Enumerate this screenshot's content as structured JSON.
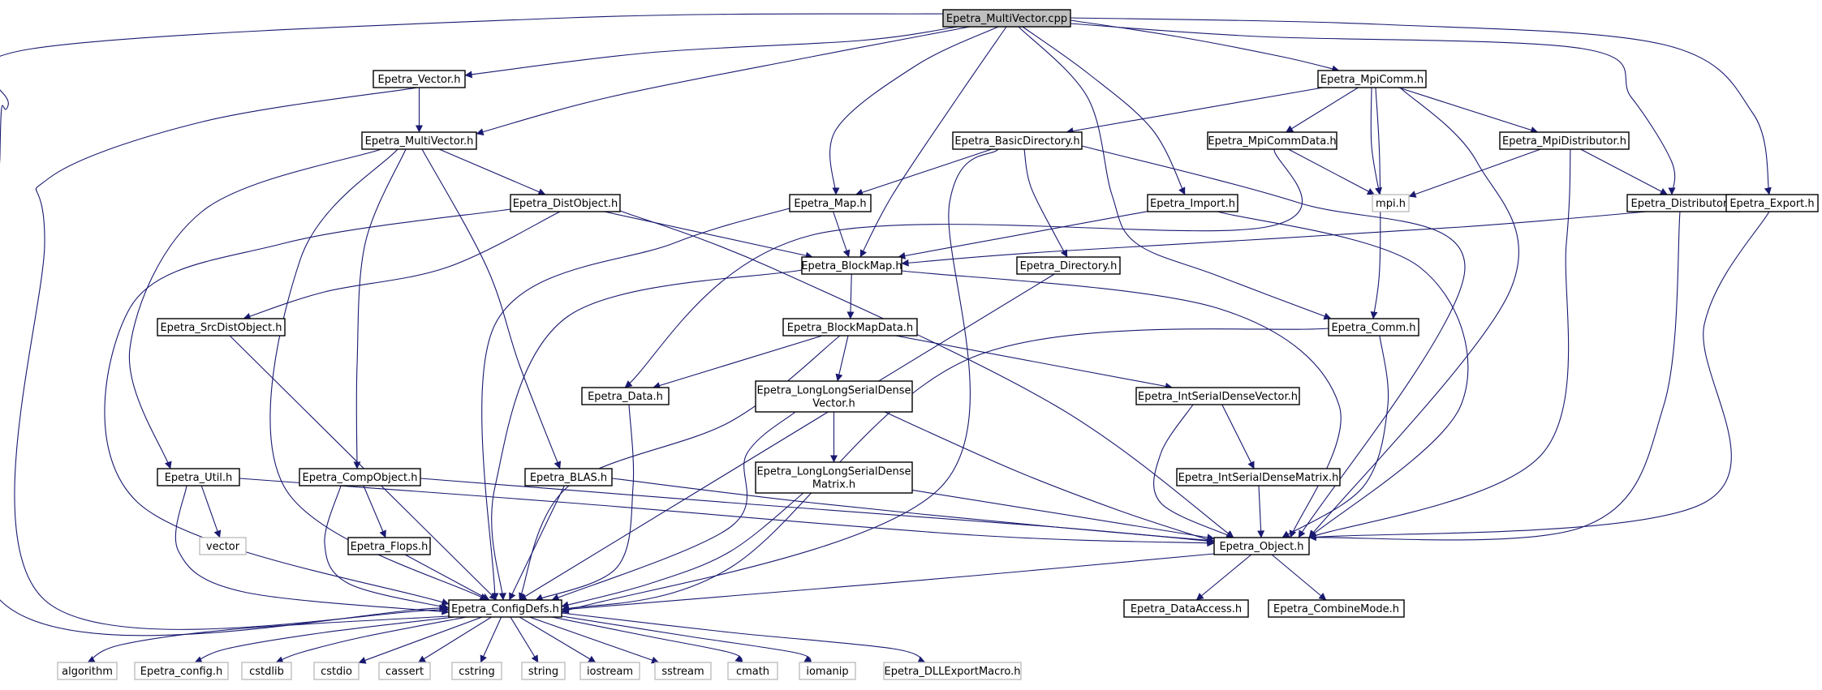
{
  "colors": {
    "edge": "#191970",
    "root_fill": "#bfbfbf",
    "node_fill": "#ffffff",
    "node_border": "#000000",
    "external_border": "#bfbfbf"
  },
  "nodes": {
    "root": {
      "lines": [
        "Epetra_MultiVector.cpp"
      ],
      "kind": "root"
    },
    "vector_h": {
      "lines": [
        "Epetra_Vector.h"
      ],
      "kind": "file"
    },
    "mpicomm_h": {
      "lines": [
        "Epetra_MpiComm.h"
      ],
      "kind": "file"
    },
    "multivector_h": {
      "lines": [
        "Epetra_MultiVector.h"
      ],
      "kind": "file"
    },
    "basicdirectory_h": {
      "lines": [
        "Epetra_BasicDirectory.h"
      ],
      "kind": "file"
    },
    "mpicommdata_h": {
      "lines": [
        "Epetra_MpiCommData.h"
      ],
      "kind": "file"
    },
    "mpidistributor_h": {
      "lines": [
        "Epetra_MpiDistributor.h"
      ],
      "kind": "file"
    },
    "distobject_h": {
      "lines": [
        "Epetra_DistObject.h"
      ],
      "kind": "file"
    },
    "map_h": {
      "lines": [
        "Epetra_Map.h"
      ],
      "kind": "file"
    },
    "import_h": {
      "lines": [
        "Epetra_Import.h"
      ],
      "kind": "file"
    },
    "mpi_h": {
      "lines": [
        "mpi.h"
      ],
      "kind": "external"
    },
    "distributor_h": {
      "lines": [
        "Epetra_Distributor.h"
      ],
      "kind": "file"
    },
    "export_h": {
      "lines": [
        "Epetra_Export.h"
      ],
      "kind": "file"
    },
    "blockmap_h": {
      "lines": [
        "Epetra_BlockMap.h"
      ],
      "kind": "file"
    },
    "directory_h": {
      "lines": [
        "Epetra_Directory.h"
      ],
      "kind": "file"
    },
    "srcdistobject_h": {
      "lines": [
        "Epetra_SrcDistObject.h"
      ],
      "kind": "file"
    },
    "blockmapdata_h": {
      "lines": [
        "Epetra_BlockMapData.h"
      ],
      "kind": "file"
    },
    "comm_h": {
      "lines": [
        "Epetra_Comm.h"
      ],
      "kind": "file"
    },
    "data_h": {
      "lines": [
        "Epetra_Data.h"
      ],
      "kind": "file"
    },
    "llsdvector_h": {
      "lines": [
        "Epetra_LongLongSerialDense",
        "Vector.h"
      ],
      "kind": "file"
    },
    "isdvector_h": {
      "lines": [
        "Epetra_IntSerialDenseVector.h"
      ],
      "kind": "file"
    },
    "util_h": {
      "lines": [
        "Epetra_Util.h"
      ],
      "kind": "file"
    },
    "compobject_h": {
      "lines": [
        "Epetra_CompObject.h"
      ],
      "kind": "file"
    },
    "blas_h": {
      "lines": [
        "Epetra_BLAS.h"
      ],
      "kind": "file"
    },
    "llsdmatrix_h": {
      "lines": [
        "Epetra_LongLongSerialDense",
        "Matrix.h"
      ],
      "kind": "file"
    },
    "isdmatrix_h": {
      "lines": [
        "Epetra_IntSerialDenseMatrix.h"
      ],
      "kind": "file"
    },
    "vector": {
      "lines": [
        "vector"
      ],
      "kind": "external"
    },
    "flops_h": {
      "lines": [
        "Epetra_Flops.h"
      ],
      "kind": "file"
    },
    "object_h": {
      "lines": [
        "Epetra_Object.h"
      ],
      "kind": "file"
    },
    "configdefs_h": {
      "lines": [
        "Epetra_ConfigDefs.h"
      ],
      "kind": "file"
    },
    "dataaccess_h": {
      "lines": [
        "Epetra_DataAccess.h"
      ],
      "kind": "file"
    },
    "combinemode_h": {
      "lines": [
        "Epetra_CombineMode.h"
      ],
      "kind": "file"
    },
    "algorithm": {
      "lines": [
        "algorithm"
      ],
      "kind": "external"
    },
    "config_h": {
      "lines": [
        "Epetra_config.h"
      ],
      "kind": "external"
    },
    "cstdlib": {
      "lines": [
        "cstdlib"
      ],
      "kind": "external"
    },
    "cstdio": {
      "lines": [
        "cstdio"
      ],
      "kind": "external"
    },
    "cassert": {
      "lines": [
        "cassert"
      ],
      "kind": "external"
    },
    "cstring": {
      "lines": [
        "cstring"
      ],
      "kind": "external"
    },
    "string": {
      "lines": [
        "string"
      ],
      "kind": "external"
    },
    "iostream": {
      "lines": [
        "iostream"
      ],
      "kind": "external"
    },
    "sstream": {
      "lines": [
        "sstream"
      ],
      "kind": "external"
    },
    "cmath": {
      "lines": [
        "cmath"
      ],
      "kind": "external"
    },
    "iomanip": {
      "lines": [
        "iomanip"
      ],
      "kind": "external"
    },
    "dllexport_h": {
      "lines": [
        "Epetra_DLLExportMacro.h"
      ],
      "kind": "external"
    }
  },
  "edges": [
    [
      "root",
      "vector_h"
    ],
    [
      "root",
      "multivector_h"
    ],
    [
      "root",
      "mpicomm_h"
    ],
    [
      "root",
      "map_h"
    ],
    [
      "root",
      "blockmap_h"
    ],
    [
      "root",
      "import_h"
    ],
    [
      "root",
      "comm_h"
    ],
    [
      "root",
      "distributor_h"
    ],
    [
      "root",
      "export_h"
    ],
    [
      "root",
      "configdefs_h"
    ],
    [
      "vector_h",
      "multivector_h"
    ],
    [
      "vector_h",
      "configdefs_h"
    ],
    [
      "mpicomm_h",
      "basicdirectory_h"
    ],
    [
      "mpicomm_h",
      "mpicommdata_h"
    ],
    [
      "mpicomm_h",
      "mpidistributor_h"
    ],
    [
      "mpicomm_h",
      "mpi_h"
    ],
    [
      "mpicomm_h",
      "comm_h"
    ],
    [
      "mpicomm_h",
      "object_h"
    ],
    [
      "multivector_h",
      "distobject_h"
    ],
    [
      "multivector_h",
      "util_h"
    ],
    [
      "multivector_h",
      "compobject_h"
    ],
    [
      "multivector_h",
      "blas_h"
    ],
    [
      "multivector_h",
      "configdefs_h"
    ],
    [
      "basicdirectory_h",
      "map_h"
    ],
    [
      "basicdirectory_h",
      "directory_h"
    ],
    [
      "basicdirectory_h",
      "object_h"
    ],
    [
      "basicdirectory_h",
      "configdefs_h"
    ],
    [
      "mpicommdata_h",
      "mpi_h"
    ],
    [
      "mpicommdata_h",
      "data_h"
    ],
    [
      "mpidistributor_h",
      "mpi_h"
    ],
    [
      "mpidistributor_h",
      "distributor_h"
    ],
    [
      "mpidistributor_h",
      "object_h"
    ],
    [
      "distobject_h",
      "blockmap_h"
    ],
    [
      "distobject_h",
      "srcdistobject_h"
    ],
    [
      "distobject_h",
      "object_h"
    ],
    [
      "distobject_h",
      "configdefs_h"
    ],
    [
      "map_h",
      "blockmap_h"
    ],
    [
      "map_h",
      "configdefs_h"
    ],
    [
      "import_h",
      "blockmap_h"
    ],
    [
      "import_h",
      "object_h"
    ],
    [
      "distributor_h",
      "object_h"
    ],
    [
      "export_h",
      "blockmap_h"
    ],
    [
      "export_h",
      "object_h"
    ],
    [
      "blockmap_h",
      "blockmapdata_h"
    ],
    [
      "blockmap_h",
      "object_h"
    ],
    [
      "blockmap_h",
      "configdefs_h"
    ],
    [
      "directory_h",
      "configdefs_h"
    ],
    [
      "srcdistobject_h",
      "configdefs_h"
    ],
    [
      "blockmapdata_h",
      "data_h"
    ],
    [
      "blockmapdata_h",
      "llsdvector_h"
    ],
    [
      "blockmapdata_h",
      "isdvector_h"
    ],
    [
      "blockmapdata_h",
      "configdefs_h"
    ],
    [
      "comm_h",
      "object_h"
    ],
    [
      "comm_h",
      "configdefs_h"
    ],
    [
      "data_h",
      "configdefs_h"
    ],
    [
      "llsdvector_h",
      "llsdmatrix_h"
    ],
    [
      "llsdvector_h",
      "object_h"
    ],
    [
      "llsdvector_h",
      "configdefs_h"
    ],
    [
      "isdvector_h",
      "isdmatrix_h"
    ],
    [
      "isdvector_h",
      "object_h"
    ],
    [
      "util_h",
      "vector"
    ],
    [
      "util_h",
      "object_h"
    ],
    [
      "util_h",
      "configdefs_h"
    ],
    [
      "compobject_h",
      "flops_h"
    ],
    [
      "compobject_h",
      "object_h"
    ],
    [
      "compobject_h",
      "configdefs_h"
    ],
    [
      "blas_h",
      "object_h"
    ],
    [
      "blas_h",
      "configdefs_h"
    ],
    [
      "llsdmatrix_h",
      "object_h"
    ],
    [
      "llsdmatrix_h",
      "configdefs_h"
    ],
    [
      "isdmatrix_h",
      "object_h"
    ],
    [
      "flops_h",
      "configdefs_h"
    ],
    [
      "object_h",
      "dataaccess_h"
    ],
    [
      "object_h",
      "combinemode_h"
    ],
    [
      "object_h",
      "configdefs_h"
    ],
    [
      "configdefs_h",
      "algorithm"
    ],
    [
      "configdefs_h",
      "config_h"
    ],
    [
      "configdefs_h",
      "cstdlib"
    ],
    [
      "configdefs_h",
      "cstdio"
    ],
    [
      "configdefs_h",
      "cassert"
    ],
    [
      "configdefs_h",
      "cstring"
    ],
    [
      "configdefs_h",
      "string"
    ],
    [
      "configdefs_h",
      "iostream"
    ],
    [
      "configdefs_h",
      "sstream"
    ],
    [
      "configdefs_h",
      "cmath"
    ],
    [
      "configdefs_h",
      "iomanip"
    ],
    [
      "configdefs_h",
      "dllexport_h"
    ]
  ]
}
